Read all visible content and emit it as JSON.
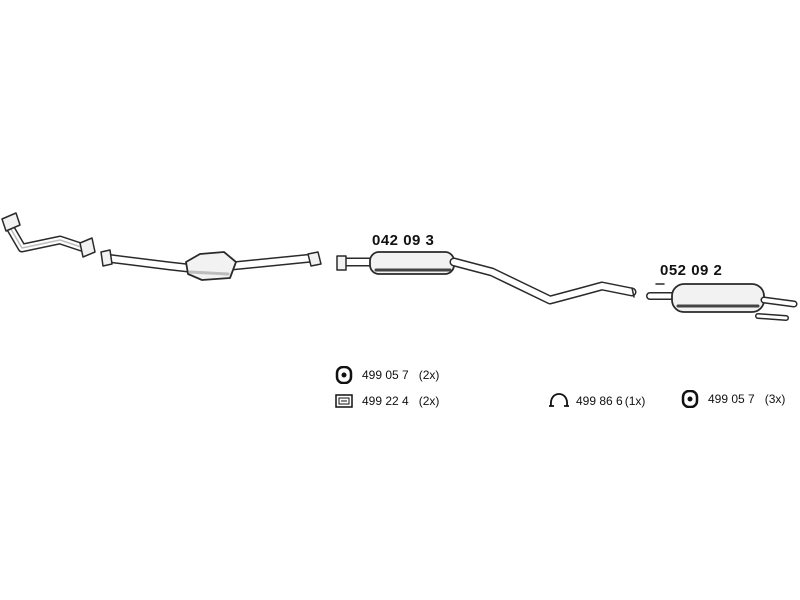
{
  "parts": {
    "middle_silencer": {
      "number": "042 09 3"
    },
    "rear_silencer": {
      "number": "052 09 2"
    }
  },
  "legend": [
    {
      "icon": "rubber-hanger-icon",
      "code": "499 05 7",
      "qty": "(2x)"
    },
    {
      "icon": "gasket-icon",
      "code": "499 22 4",
      "qty": "(2x)"
    },
    {
      "icon": "pipe-clamp-icon",
      "code": "499 86 6",
      "qty": "(1x)"
    },
    {
      "icon": "rubber-hanger-icon",
      "code": "499 05 7",
      "qty": "(3x)"
    }
  ],
  "colors": {
    "line": "#2a2a2a",
    "fill": "#f2f2f2",
    "shade": "#bdbdbd"
  }
}
